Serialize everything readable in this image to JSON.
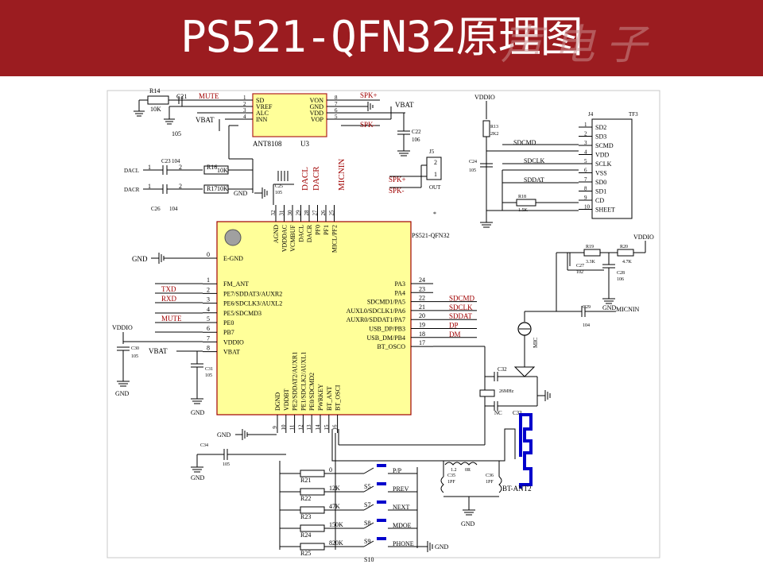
{
  "header": {
    "title": "PS521-QFN32原理图",
    "watermark": "声电子"
  },
  "colors": {
    "banner": "#9b1c20",
    "chip": "#ffff99",
    "net": "#a00000",
    "bt_trace": "#0000cc"
  },
  "amp": {
    "name": "ANT8108",
    "ref": "U3",
    "left_pins": [
      {
        "n": "1",
        "name": "SD"
      },
      {
        "n": "2",
        "name": "VREF"
      },
      {
        "n": "3",
        "name": "ALC"
      },
      {
        "n": "4",
        "name": "INN"
      }
    ],
    "right_pins": [
      {
        "n": "8",
        "name": "VON"
      },
      {
        "n": "7",
        "name": "GND"
      },
      {
        "n": "6",
        "name": "VDD"
      },
      {
        "n": "5",
        "name": "VOP"
      }
    ]
  },
  "mcu": {
    "name": "PS521-QFN32",
    "top_pins": [
      {
        "n": "32",
        "name": "AGND"
      },
      {
        "n": "31",
        "name": "VDDDAC"
      },
      {
        "n": "30",
        "name": "VCMBUF"
      },
      {
        "n": "29",
        "name": "DACL"
      },
      {
        "n": "28",
        "name": "DACR"
      },
      {
        "n": "27",
        "name": "PF0"
      },
      {
        "n": "26",
        "name": "PF1"
      },
      {
        "n": "25",
        "name": "MICL/PF2"
      }
    ],
    "left_pins": [
      {
        "n": "0",
        "name": "E-GND"
      },
      {
        "n": "1",
        "name": "FM_ANT"
      },
      {
        "n": "2",
        "name": "PE7/SDDAT3/AUXR2"
      },
      {
        "n": "3",
        "name": "PE6/SDCLK3/AUXL2"
      },
      {
        "n": "4",
        "name": "PE5/SDCMD3"
      },
      {
        "n": "5",
        "name": "PE0"
      },
      {
        "n": "6",
        "name": "PB7"
      },
      {
        "n": "7",
        "name": "VDDIO"
      },
      {
        "n": "8",
        "name": "VBAT"
      }
    ],
    "right_pins": [
      {
        "n": "24",
        "name": "PA3"
      },
      {
        "n": "23",
        "name": "PA4"
      },
      {
        "n": "22",
        "name": "SDCMD1/PA5"
      },
      {
        "n": "21",
        "name": "AUXL0/SDCLK1/PA6"
      },
      {
        "n": "20",
        "name": "AUXR0/SDDAT1/PA7"
      },
      {
        "n": "19",
        "name": "USB_DP/PB3"
      },
      {
        "n": "18",
        "name": "USB_DM/PB4"
      },
      {
        "n": "17",
        "name": "BT_OSCO"
      }
    ],
    "bottom_pins": [
      {
        "n": "9",
        "name": "DGND"
      },
      {
        "n": "10",
        "name": "VDDBT"
      },
      {
        "n": "11",
        "name": "PE2/SDDAT2/AUXR1"
      },
      {
        "n": "12",
        "name": "PE1/SDCLK2/AUXL1"
      },
      {
        "n": "13",
        "name": "PE0/SDCMD2"
      },
      {
        "n": "14",
        "name": "PWRKEY"
      },
      {
        "n": "15",
        "name": "BT_ANT"
      },
      {
        "n": "16",
        "name": "BT_OSCI"
      }
    ]
  },
  "card": {
    "ref": "J4",
    "name": "TF3",
    "pins": [
      {
        "n": "1",
        "name": "SD2"
      },
      {
        "n": "2",
        "name": "SD3"
      },
      {
        "n": "3",
        "name": "SCMD"
      },
      {
        "n": "4",
        "name": "VDD"
      },
      {
        "n": "5",
        "name": "SCLK"
      },
      {
        "n": "6",
        "name": "VSS"
      },
      {
        "n": "7",
        "name": "SD0"
      },
      {
        "n": "8",
        "name": "SD1"
      },
      {
        "n": "9",
        "name": "CD"
      },
      {
        "n": "10",
        "name": "SHEET"
      }
    ]
  },
  "nets": {
    "mute": "MUTE",
    "vbat": "VBAT",
    "vddio": "VDDIO",
    "gnd": "GND",
    "spk_p": "SPK+",
    "spk_n": "SPK-",
    "dacl": "DACL",
    "dacr": "DACR",
    "micnin": "MICNIN",
    "txd": "TXD",
    "rxd": "RXD",
    "sdcmd": "SDCMD",
    "sdclk": "SDCLK",
    "sddat": "SDDAT",
    "dp": "DP",
    "dm": "DM",
    "out": "OUT",
    "j5": "J5",
    "bt_ant": "BT-ANT2"
  },
  "components": {
    "r14": "R14",
    "r14_val": "10K",
    "c21": "C21",
    "c21_val": "105",
    "c22": "C22",
    "c22_val": "106",
    "c23": "C23",
    "c23_val": "104",
    "c26": "C26",
    "c26_val": "104",
    "r16": "R16",
    "r16_val": "10K",
    "r17": "R17",
    "r17_val": "10K",
    "c25": "C25",
    "c25_val": "105",
    "r13": "R13",
    "r13_val": "2K2",
    "c24": "C24",
    "c24_val": "105",
    "r18": "R18",
    "r18_val": "1.5K",
    "r19": "R19",
    "r19_val": "3.3K",
    "r20": "R20",
    "r20_val": "4.7K",
    "c27": "C27",
    "c27_val": "102",
    "c28": "C28",
    "c28_val": "106",
    "c29": "C29",
    "c29_val": "104",
    "mic": "MIC",
    "c30": "C30",
    "c30_val": "105",
    "c31": "C31",
    "c31_val": "105",
    "c34": "C34",
    "c34_val": "105",
    "c32": "C32",
    "xtal": "26MHz",
    "nc": "NC",
    "c33": "C33",
    "c35": "C35",
    "c35_val": "1PF",
    "c36": "C36",
    "c36_val": "1PF",
    "l1": "1.2",
    "l2": "0R"
  },
  "keys": [
    {
      "r": "R21",
      "v": "0",
      "s": "S5",
      "k": "P/P"
    },
    {
      "r": "R22",
      "v": "12K",
      "s": "S7",
      "k": "PREV"
    },
    {
      "r": "R23",
      "v": "47K",
      "s": "S8",
      "k": "NEXT"
    },
    {
      "r": "R24",
      "v": "150K",
      "s": "S9",
      "k": "MDOE"
    },
    {
      "r": "R25",
      "v": "820K",
      "s": "S10",
      "k": "PHONE"
    }
  ]
}
